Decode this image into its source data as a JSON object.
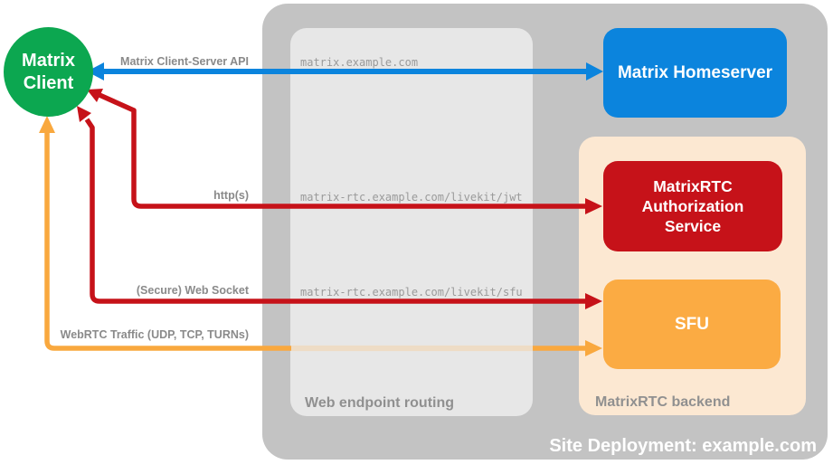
{
  "nodes": {
    "client": "Matrix Client",
    "homeserver": "Matrix Homeserver",
    "auth_service": "MatrixRTC Authorization Service",
    "sfu": "SFU"
  },
  "sections": {
    "site_deployment": "Site Deployment: example.com",
    "web_routing": "Web endpoint routing",
    "rtc_backend": "MatrixRTC backend"
  },
  "endpoints": [
    "matrix.example.com",
    "matrix-rtc.example.com/livekit/jwt",
    "matrix-rtc.example.com/livekit/sfu"
  ],
  "arrow_labels": {
    "client_server_api": "Matrix Client-Server API",
    "https": "http(s)",
    "websocket": "(Secure) Web Socket",
    "webrtc": "WebRTC Traffic (UDP, TCP, TURNs)"
  },
  "colors": {
    "client_green": "#0ca750",
    "homeserver_blue": "#0b84dd",
    "auth_red": "#c61219",
    "sfu_orange": "#fbab43",
    "arrow_orange": "#f9a83e",
    "site_container_gray": "#c3c3c3",
    "routing_box_gray": "#e7e7e7",
    "backend_peach": "#fce8d2",
    "label_gray": "#8a8a8a"
  }
}
